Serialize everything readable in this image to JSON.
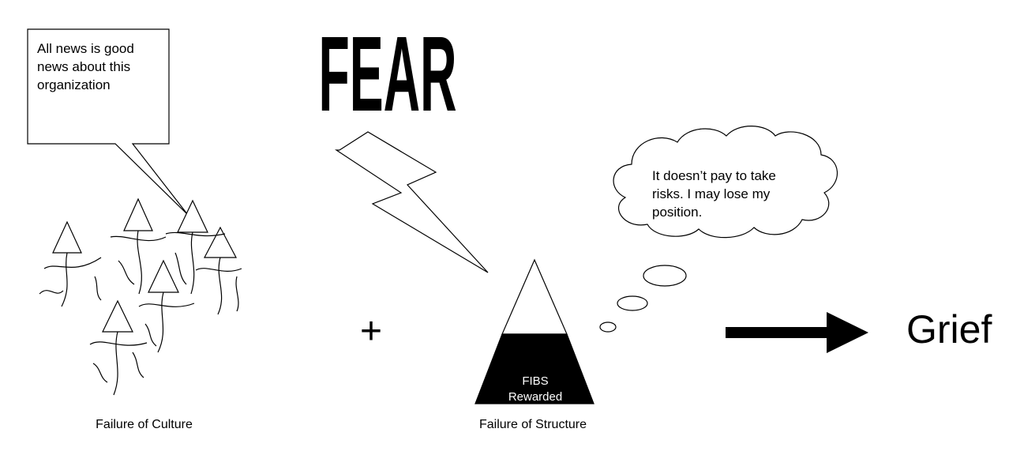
{
  "speech_bubble": {
    "text": "All news is good news about this organization"
  },
  "fear_word": "FEAR",
  "thought_bubble": {
    "text": "It doesn’t pay to take risks. I may lose my position."
  },
  "pyramid": {
    "label": "FIBS Rewarded"
  },
  "operator": "+",
  "result": "Grief",
  "captions": {
    "culture": "Failure of Culture",
    "structure": "Failure of Structure"
  }
}
